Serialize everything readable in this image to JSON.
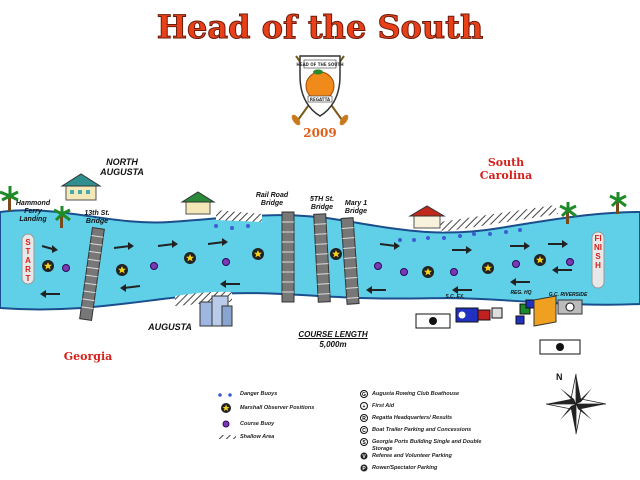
{
  "title": "Head of the South",
  "year": "2009",
  "logo": {
    "top_text": "HEAD OF THE SOUTH",
    "bottom_text": "REGATTA"
  },
  "colors": {
    "river": "#5fd0e8",
    "title": "#e8411a",
    "state_labels": "#d4201a",
    "bridge": "#888888"
  },
  "labels": {
    "north_augusta": "NORTH AUGUSTA",
    "augusta": "AUGUSTA",
    "south_carolina_1": "South",
    "south_carolina_2": "Carolina",
    "georgia": "Georgia",
    "hammond_1": "Hammond",
    "hammond_2": "Ferry",
    "hammond_3": "Landing",
    "bridge_13th_1": "13th St.",
    "bridge_13th_2": "Bridge",
    "railroad_1": "Rail Road",
    "railroad_2": "Bridge",
    "bridge_5th_1": "5TH St.",
    "bridge_5th_2": "Bridge",
    "mary_1": "Mary 1",
    "mary_2": "Bridge",
    "start": "START",
    "finish": "FINISH",
    "course_length": "COURSE LENGTH",
    "course_distance": "5,000m",
    "sc_label": "S.C. EX.",
    "reg_label": "REG. HQ",
    "tent_label": "G.C. RIVERSIDE"
  },
  "legend_left": [
    {
      "icon": "danger-buoy-icon",
      "text": "Danger Buoys"
    },
    {
      "icon": "marshall-star-icon",
      "text": "Marshall Observer Positions"
    },
    {
      "icon": "course-buoy-icon",
      "text": "Course Buoy"
    },
    {
      "icon": "shallow-area-icon",
      "text": "Shallow Area"
    }
  ],
  "legend_right": [
    {
      "icon": "g-icon",
      "glyph": "G",
      "text": "Augusta Rowing Club Boathouse"
    },
    {
      "icon": "plus-icon",
      "glyph": "+",
      "text": "First Aid"
    },
    {
      "icon": "r-icon",
      "glyph": "R",
      "text": "Regatta Headquarters/ Results"
    },
    {
      "icon": "c-icon",
      "glyph": "C",
      "text": "Boat Trailer Parking and Concessions"
    },
    {
      "icon": "s-icon",
      "glyph": "S",
      "text": "Georgia Ports Building Single and Double Storage"
    },
    {
      "icon": "v-icon",
      "glyph": "V",
      "text": "Referee and Volunteer Parking"
    },
    {
      "icon": "p-icon",
      "glyph": "P",
      "text": "Rower/Spectator Parking"
    }
  ]
}
